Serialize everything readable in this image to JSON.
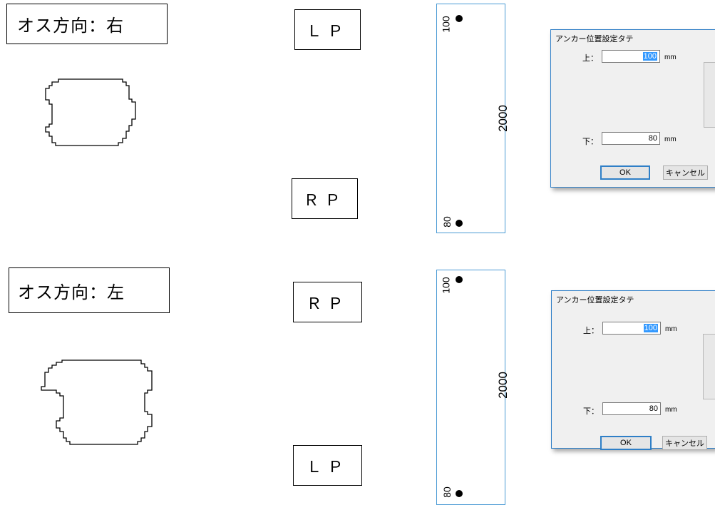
{
  "sections": [
    {
      "orientation_label": "オス方向：右",
      "top_label": "ＬＰ",
      "bottom_label": "ＲＰ",
      "panel": {
        "top_value": "100",
        "middle_value": "2000",
        "bottom_value": "80"
      },
      "dialog": {
        "title": "アンカー位置設定タテ",
        "top_label": "上：",
        "top_value": "100",
        "bottom_label": "下：",
        "bottom_value": "80",
        "unit": "mm",
        "ok_label": "OK",
        "cancel_label": "キャンセル"
      }
    },
    {
      "orientation_label": "オス方向：左",
      "top_label": "ＲＰ",
      "bottom_label": "ＬＰ",
      "panel": {
        "top_value": "100",
        "middle_value": "2000",
        "bottom_value": "80"
      },
      "dialog": {
        "title": "アンカー位置設定タテ",
        "top_label": "上：",
        "top_value": "100",
        "bottom_label": "下：",
        "bottom_value": "80",
        "unit": "mm",
        "ok_label": "OK",
        "cancel_label": "キャンセル"
      }
    }
  ],
  "colors": {
    "panel_border": "#4a9ad4",
    "dialog_border": "#2f7fc7",
    "selection": "#3399ff"
  }
}
